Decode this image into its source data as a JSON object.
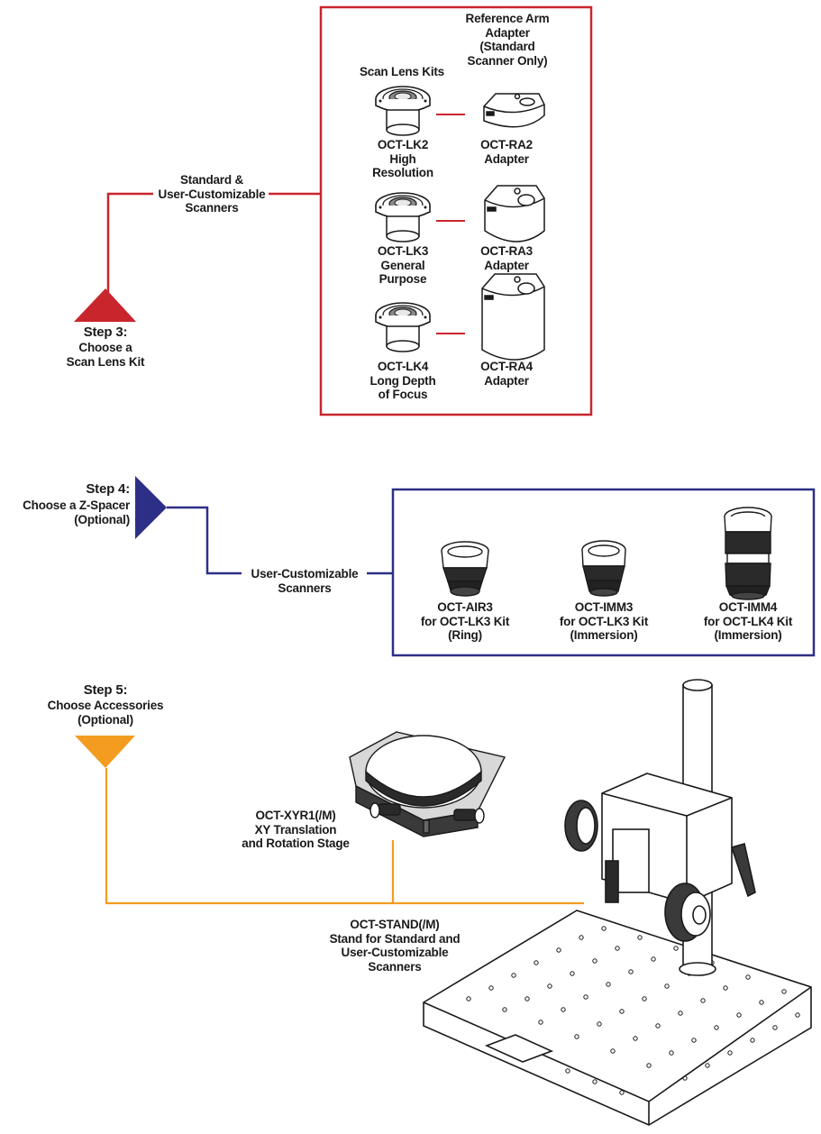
{
  "colors": {
    "step3": "#c9252d",
    "step4": "#2d2f86",
    "step5": "#f39c1f",
    "ink": "#1a1a1a"
  },
  "step3": {
    "title": "Step 3",
    "title_suffix": ":",
    "subtitle": "Choose a\nScan Lens Kit",
    "scanner_label": "Standard &\nUser-Customizable\nScanners",
    "col_scan_lens": "Scan Lens Kits",
    "col_ref_arm": "Reference Arm\nAdapter\n(Standard\nScanner Only)",
    "kits": [
      {
        "lens": "OCT-LK2\nHigh\nResolution",
        "adapter": "OCT-RA2\nAdapter"
      },
      {
        "lens": "OCT-LK3\nGeneral\nPurpose",
        "adapter": "OCT-RA3\nAdapter"
      },
      {
        "lens": "OCT-LK4\nLong Depth\nof Focus",
        "adapter": "OCT-RA4\nAdapter"
      }
    ]
  },
  "step4": {
    "title": "Step 4:",
    "subtitle": "Choose a Z-Spacer\n(Optional)",
    "scanner_label": "User-Customizable\nScanners",
    "spacers": [
      {
        "label": "OCT-AIR3\nfor OCT-LK3 Kit\n(Ring)",
        "icon": "air-ring-spacer-icon"
      },
      {
        "label": "OCT-IMM3\nfor OCT-LK3 Kit\n(Immersion)",
        "icon": "immersion-spacer-icon"
      },
      {
        "label": "OCT-IMM4\nfor OCT-LK4 Kit\n(Immersion)",
        "icon": "tall-immersion-spacer-icon"
      }
    ]
  },
  "step5": {
    "title": "Step 5:",
    "subtitle": "Choose Accessories\n(Optional)",
    "stage_label": "OCT-XYR1(/M)\nXY Translation\nand Rotation Stage",
    "stand_label": "OCT-STAND(/M)\nStand for Standard and\nUser-Customizable\nScanners"
  }
}
